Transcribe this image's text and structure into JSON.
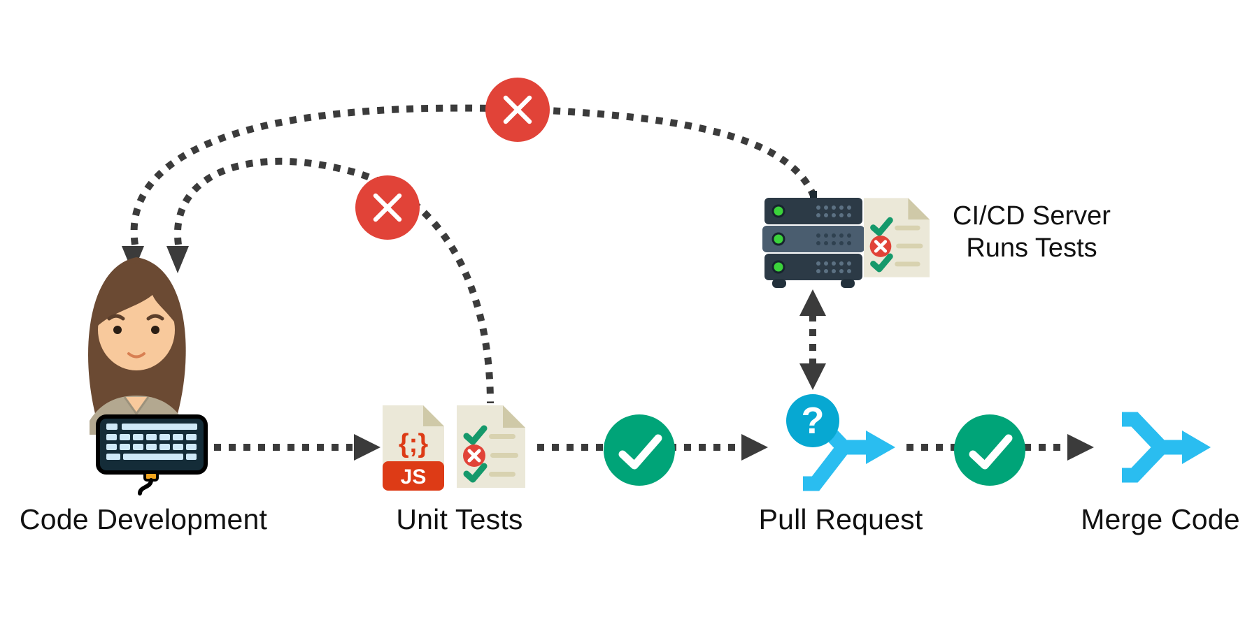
{
  "diagram": {
    "nodes": {
      "code_development": {
        "label": "Code Development"
      },
      "unit_tests": {
        "label": "Unit Tests",
        "file_badge": "JS",
        "file_glyph": "{;}"
      },
      "pull_request": {
        "label": "Pull Request",
        "question_mark": "?"
      },
      "merge_code": {
        "label": "Merge Code"
      },
      "cicd_server": {
        "label_line1": "CI/CD Server",
        "label_line2": "Runs Tests"
      }
    },
    "colors": {
      "fail_red": "#E14338",
      "pass_green": "#00A478",
      "arrow_cyan": "#2ABDF0",
      "question_cyan": "#07A8D2",
      "connector_gray": "#3B3B3B",
      "paper_beige": "#EBE8D8",
      "paper_fold": "#CFC9A8",
      "js_red": "#DD3B16"
    }
  }
}
